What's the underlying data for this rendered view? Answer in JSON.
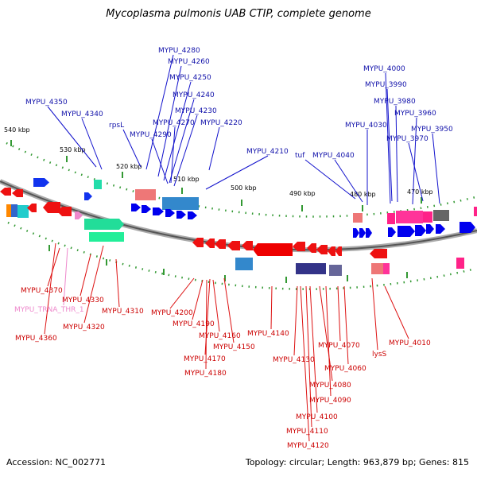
{
  "title": "Mycoplasma pulmonis UAB CTIP, complete genome",
  "accession": "Accession: NC_002771",
  "summary": "Topology: circular; Length: 963,879 bp; Genes: 815",
  "colors": {
    "forward": "#0000cc",
    "reverse": "#dd0000",
    "trna": "#ee88cc",
    "backbone": "#777777",
    "tick": "#339933"
  },
  "kbp_ticks": [
    "540 kbp",
    "530 kbp",
    "520 kbp",
    "510 kbp",
    "500 kbp",
    "490 kbp",
    "480 kbp",
    "470 kbp"
  ],
  "top_labels": [
    "MYPU_4280",
    "MYPU_4260",
    "MYPU_4250",
    "MYPU_4240",
    "MYPU_4230",
    "MYPU_4220",
    "MYPU_4270",
    "MYPU_4290",
    "MYPU_4350",
    "MYPU_4340",
    "rpsL",
    "MYPU_4210",
    "tuf",
    "MYPU_4040",
    "MYPU_4030",
    "MYPU_4000",
    "MYPU_3990",
    "MYPU_3980",
    "MYPU_3960",
    "MYPU_3950",
    "MYPU_3970"
  ],
  "bottom_labels": [
    "MYPU_4370",
    "MYPU_TRNA_THR_1",
    "MYPU_4330",
    "MYPU_4320",
    "MYPU_4360",
    "MYPU_4310",
    "MYPU_4200",
    "MYPU_4190",
    "MYPU_4160",
    "MYPU_4150",
    "MYPU_4170",
    "MYPU_4180",
    "MYPU_4140",
    "MYPU_4130",
    "MYPU_4070",
    "MYPU_4060",
    "lysS",
    "MYPU_4010",
    "MYPU_4080",
    "MYPU_4090",
    "MYPU_4100",
    "MYPU_4110",
    "MYPU_4120"
  ]
}
